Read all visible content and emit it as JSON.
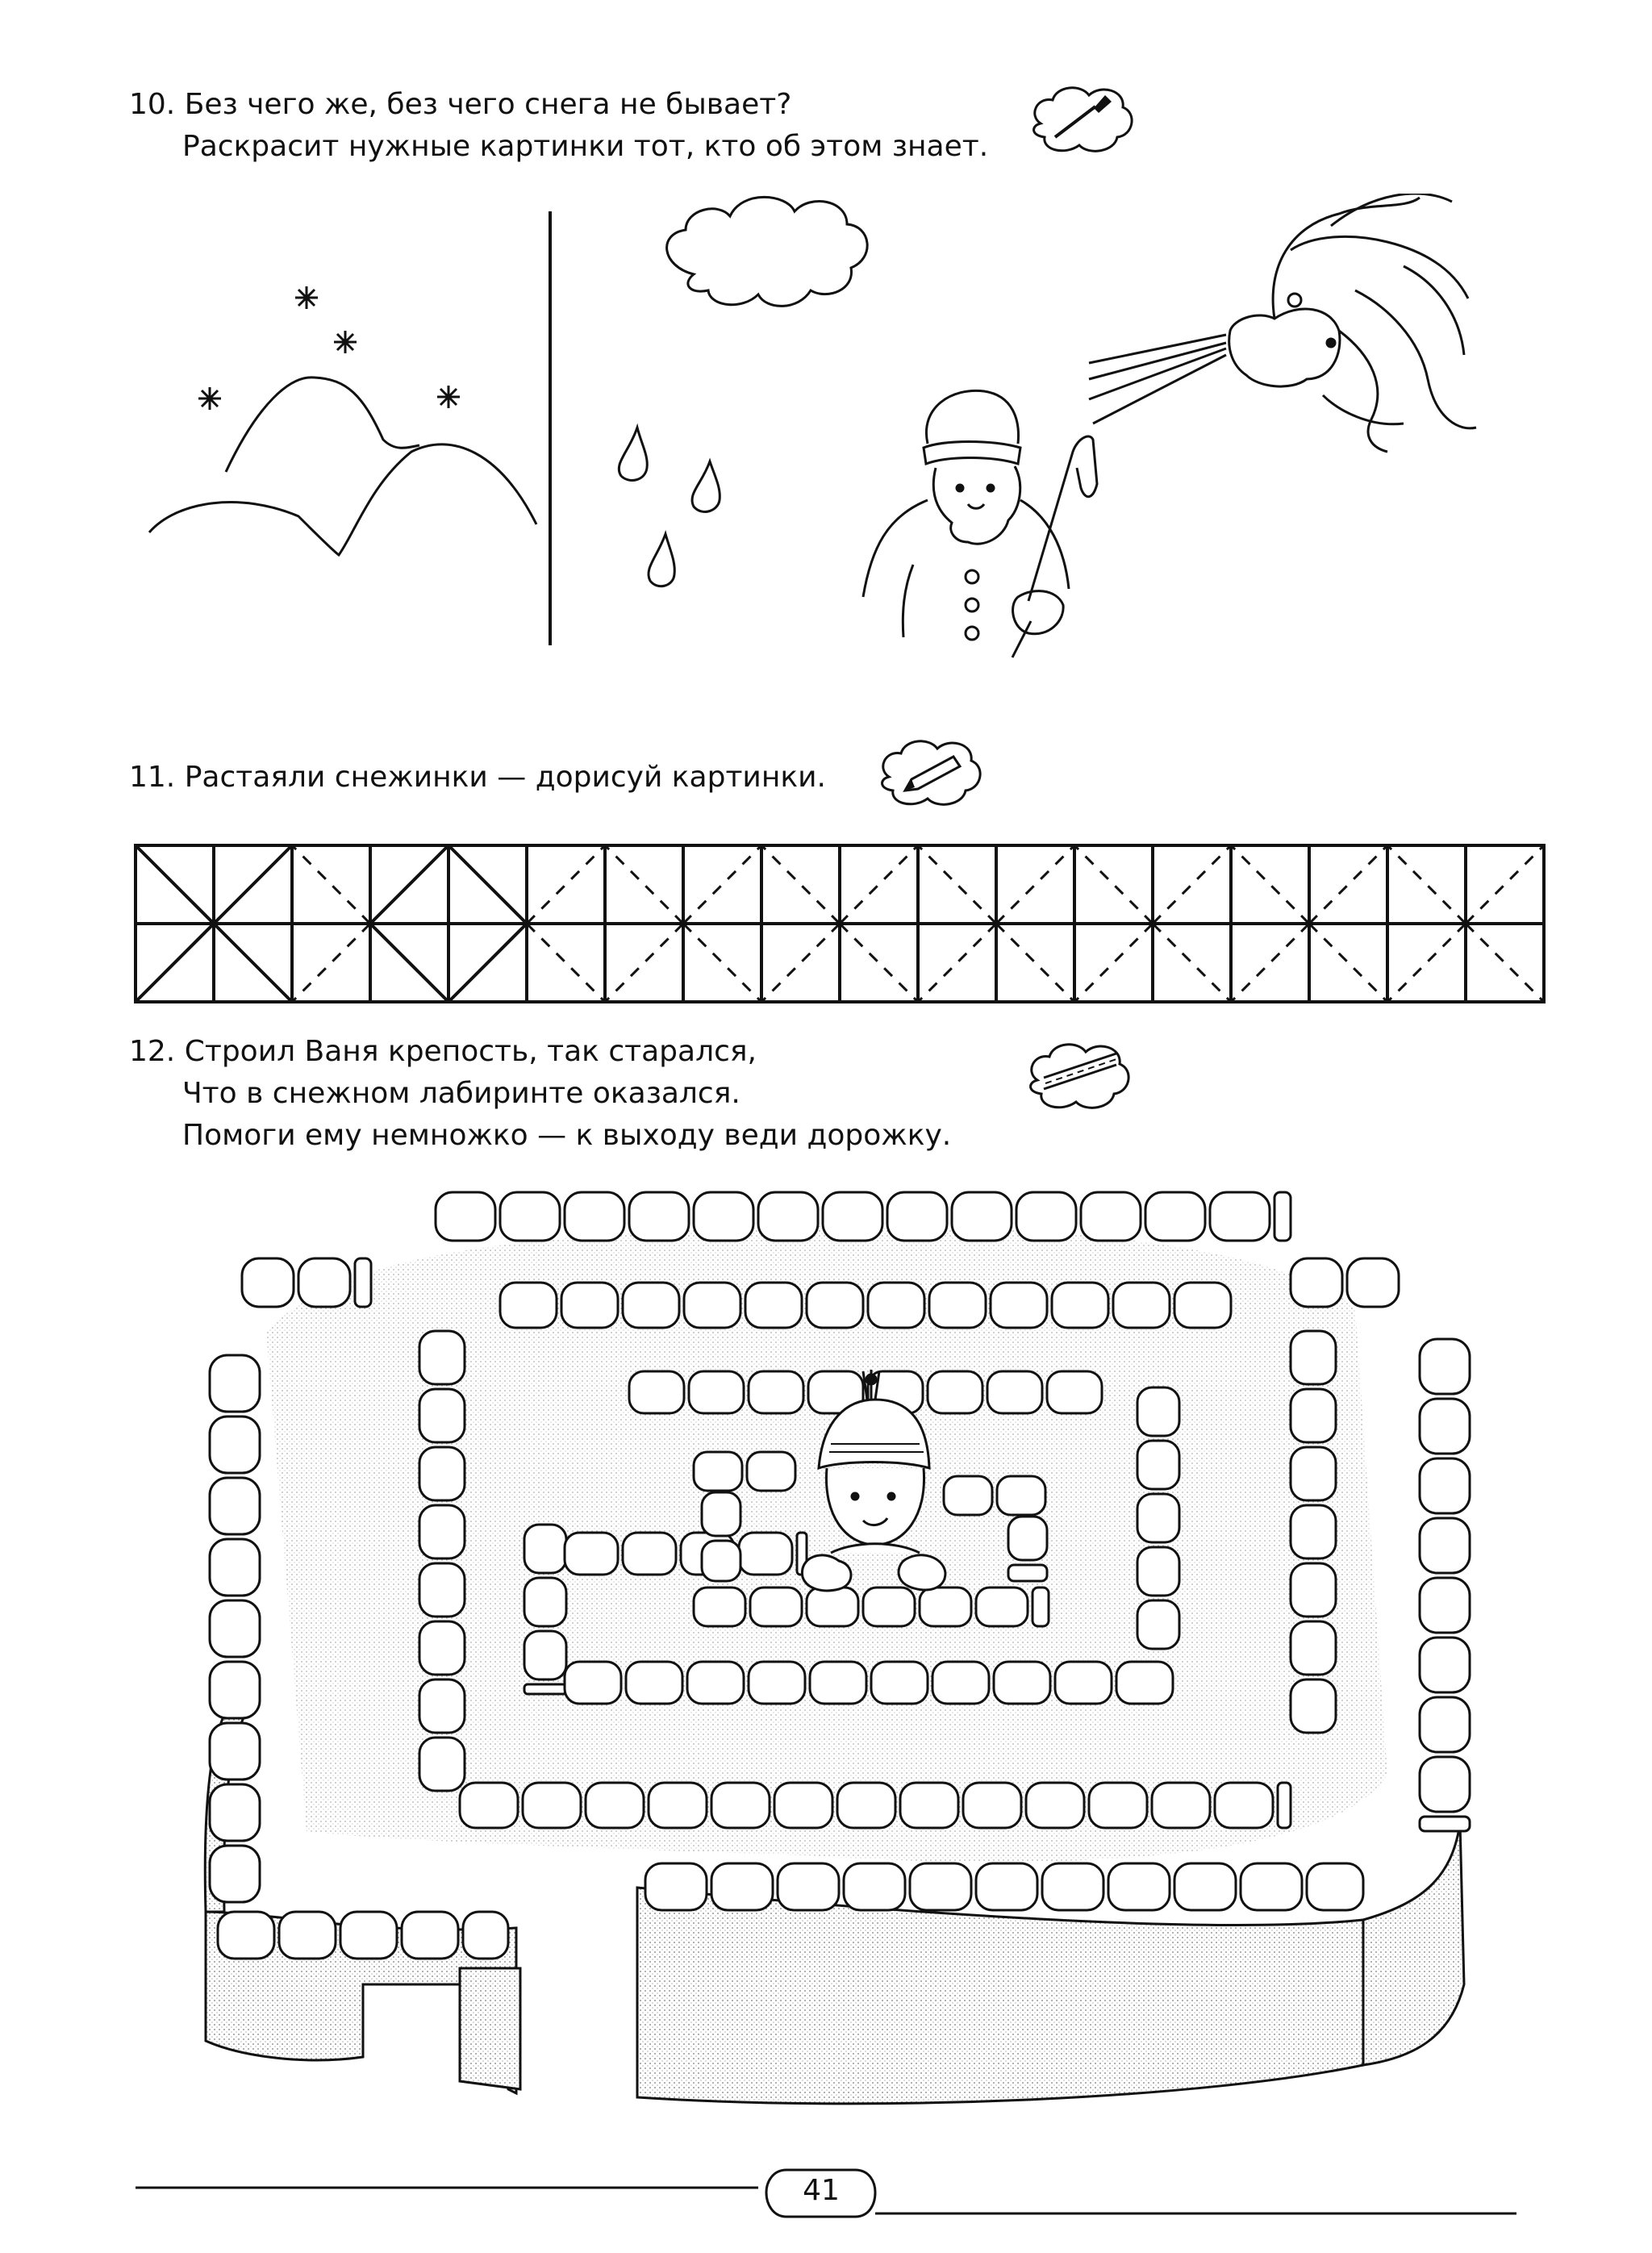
{
  "task10": {
    "number": "10.",
    "line1": "Без чего же, без чего снега не бывает?",
    "line2": "Раскрасит нужные картинки тот, кто об этом знает.",
    "icon": "paintbrush-icon"
  },
  "task11": {
    "number": "11.",
    "line1": "Растаяли снежинки — дорисуй картинки.",
    "icon": "pencil-icon",
    "cells": [
      {
        "full": true
      },
      {
        "full": false,
        "drawn": [
          "hl",
          "vl",
          "rd",
          "ru"
        ]
      },
      {
        "full": false,
        "drawn": [
          "hl",
          "vl",
          "ld",
          "lu"
        ]
      },
      {
        "full": false,
        "drawn": [
          "vl"
        ]
      },
      {
        "full": false,
        "drawn": []
      },
      {
        "full": false,
        "drawn": []
      },
      {
        "full": false,
        "drawn": []
      },
      {
        "full": false,
        "drawn": []
      },
      {
        "full": false,
        "drawn": []
      }
    ]
  },
  "task12": {
    "number": "12.",
    "line1": "Строил Ваня крепость, так старался,",
    "line2": "Что в снежном лабиринте оказался.",
    "line3": "Помоги ему немножко — к выходу веди дорожку.",
    "icon": "road-icon"
  },
  "footer": {
    "page_number": "41"
  }
}
